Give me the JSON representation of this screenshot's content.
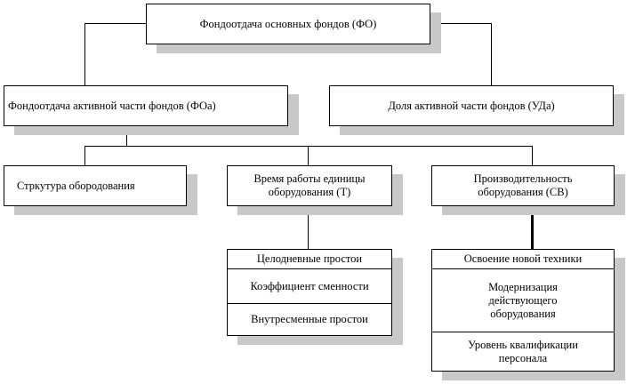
{
  "root": {
    "label": "Фондоотдача основных фондов (ФО)"
  },
  "level1": {
    "active_fo": "Фондоотдача активной части фондов (ФОа)",
    "active_share": "Доля активной части фондов (УДа)"
  },
  "level2": {
    "structure": "Стркутура обородования",
    "time": "Время работы единицы\nоборудования (Т)",
    "productivity": "Производительность\nоборудования (СВ)"
  },
  "time_factors": {
    "header": "Целодневные простои",
    "items": [
      "Коэффициент сменности",
      "Внутресменные простои"
    ]
  },
  "productivity_factors": {
    "header": "Освоение новой техники",
    "items": [
      "Модернизация\nдействующего\nоборудования",
      "Уровень квалификации\nперсонала"
    ]
  }
}
